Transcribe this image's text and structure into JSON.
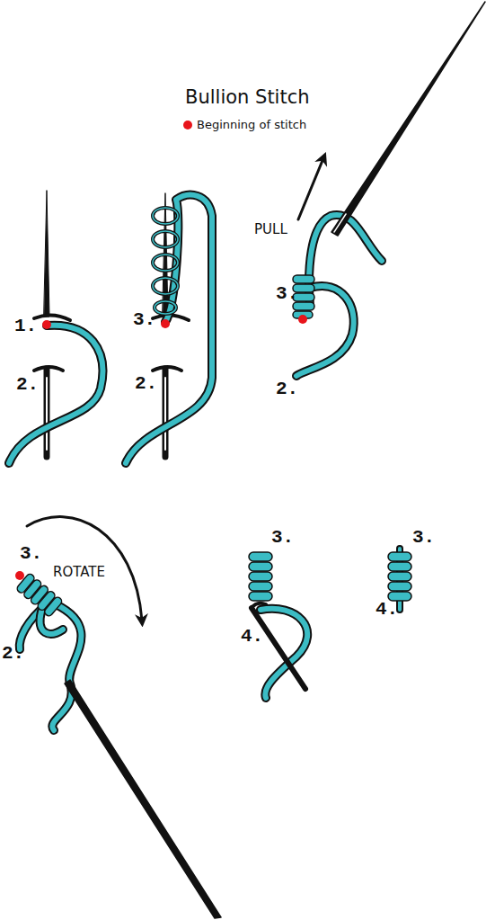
{
  "diagram": {
    "title": "Bullion Stitch",
    "labels": [
      "1.",
      "2.",
      "3.",
      "2.",
      "PULL",
      "3.",
      "2.",
      "3.",
      "ROTATE",
      "2.",
      "3.",
      "4.",
      "3.",
      "4."
    ],
    "legend": [
      {
        "text": "Beginning of stitch",
        "color": "#e8141b"
      }
    ]
  }
}
